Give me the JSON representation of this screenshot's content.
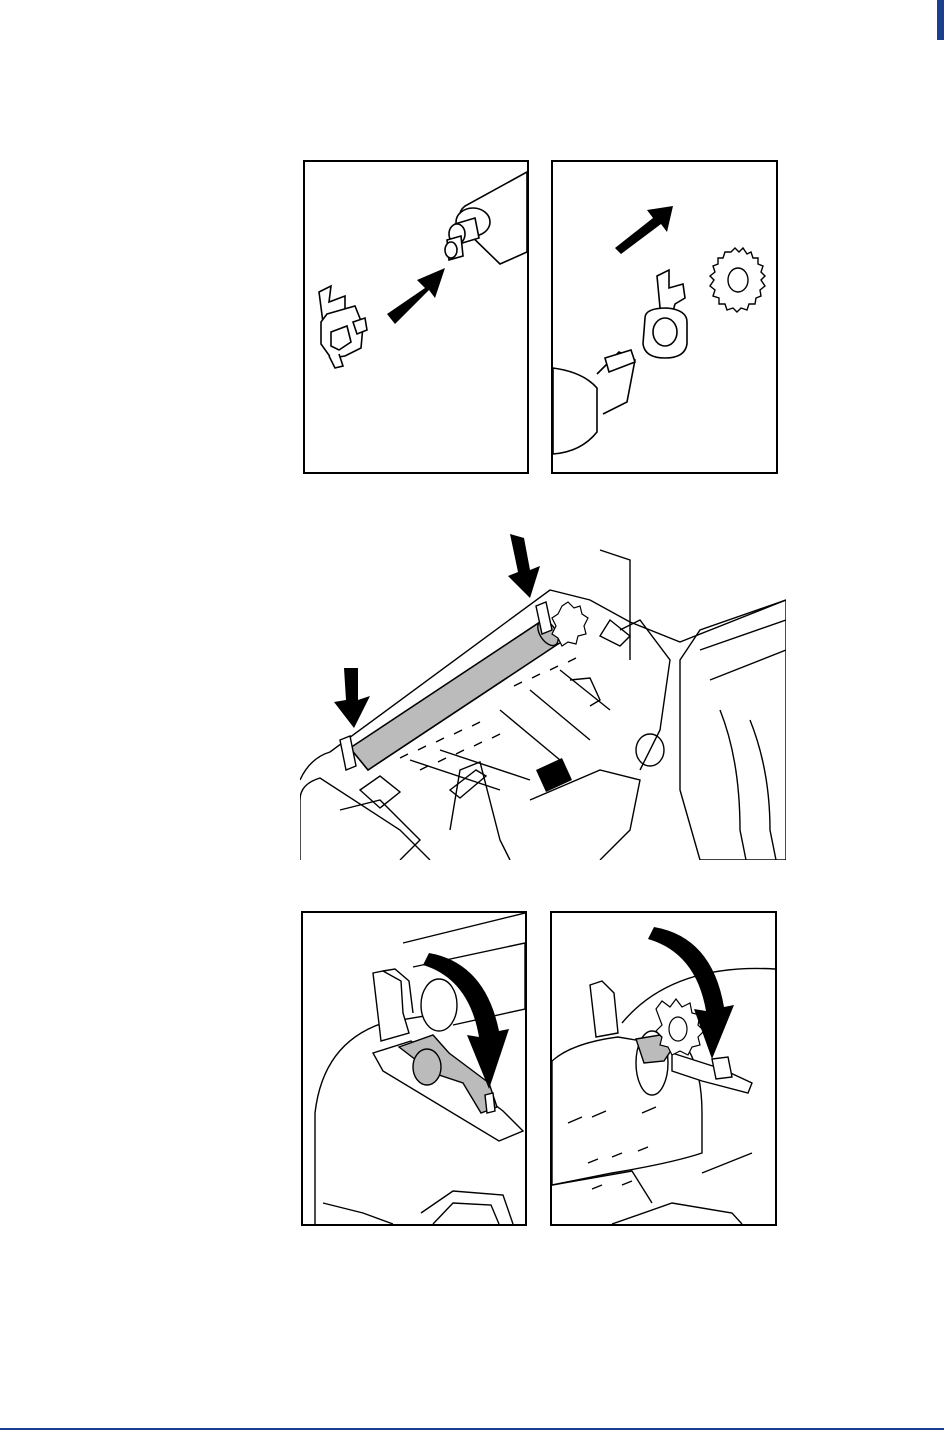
{
  "colors": {
    "accent": "#1a3f8f",
    "line": "#000000",
    "highlight": "#bbbbbb",
    "arrow": "#000000"
  },
  "figures": [
    {
      "id": "bearing-onto-roller-shaft",
      "icons": [
        "bearing-icon",
        "arrow-icon",
        "roller-shaft-icon"
      ]
    },
    {
      "id": "bearing-and-gear-onto-shaft",
      "icons": [
        "arrow-icon",
        "bearing-icon",
        "gear-icon",
        "roller-shaft-icon"
      ]
    },
    {
      "id": "platen-into-printer",
      "icons": [
        "down-arrow-icon",
        "platen-roller-icon",
        "printer-base-icon"
      ]
    },
    {
      "id": "latch-left-bearing",
      "icons": [
        "curved-arrow-icon",
        "bearing-latch-icon"
      ]
    },
    {
      "id": "latch-right-bearing",
      "icons": [
        "curved-arrow-icon",
        "gear-icon",
        "bearing-latch-icon"
      ]
    }
  ]
}
